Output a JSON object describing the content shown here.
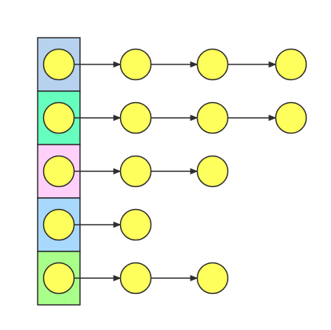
{
  "diagram": {
    "type": "adjacency-list",
    "colors": {
      "node_fill": "#fefe5c",
      "node_stroke": "#2e2e2e",
      "edge": "#2e2e2e",
      "cell_stroke": "#2e2e2e",
      "background": "#ffffff"
    },
    "rows": [
      {
        "cell_color": "#b6d2ee",
        "chain_nodes": 3
      },
      {
        "cell_color": "#66ffbe",
        "chain_nodes": 3
      },
      {
        "cell_color": "#ffd0fa",
        "chain_nodes": 2
      },
      {
        "cell_color": "#a8d8fc",
        "chain_nodes": 1
      },
      {
        "cell_color": "#a8ff8a",
        "chain_nodes": 2
      }
    ]
  }
}
